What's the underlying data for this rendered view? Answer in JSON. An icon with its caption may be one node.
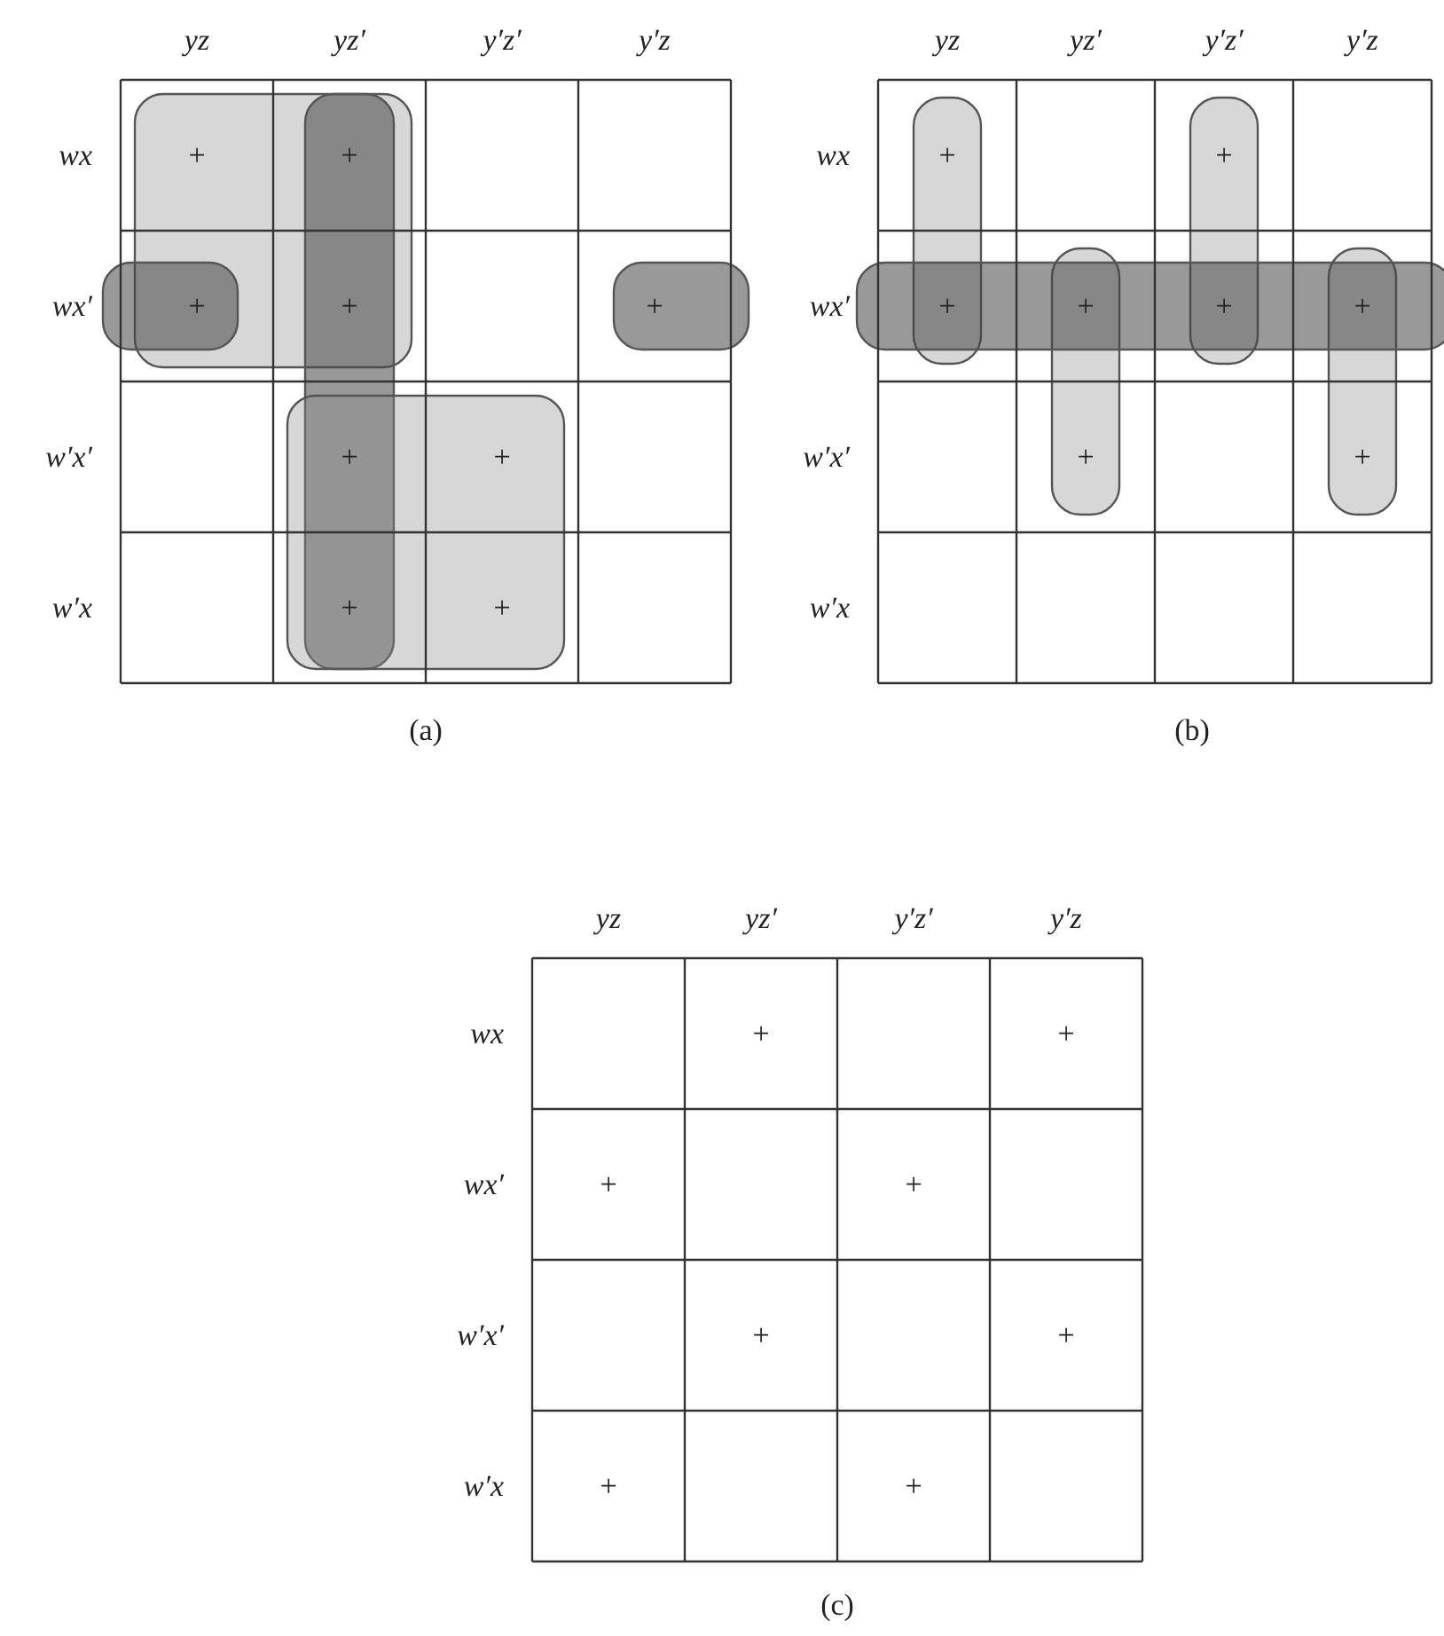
{
  "diagram": {
    "labels": [
      "yz",
      "yz′",
      "y′z′",
      "y′z",
      "wx",
      "+",
      "+",
      "wx′",
      "+",
      "+",
      "+",
      "w′x′",
      "+",
      "+",
      "w′x",
      "+",
      "+",
      "(a)",
      "yz",
      "yz′",
      "y′z′",
      "y′z",
      "wx",
      "+",
      "+",
      "wx′",
      "+",
      "+",
      "+",
      "+",
      "w′x′",
      "+",
      "+",
      "w′x",
      "(b)",
      "yz",
      "yz′",
      "y′z′",
      "y′z",
      "wx",
      "+",
      "+",
      "wx′",
      "+",
      "+",
      "w′x′",
      "+",
      "+",
      "w′x",
      "+",
      "+",
      "(c)"
    ]
  }
}
